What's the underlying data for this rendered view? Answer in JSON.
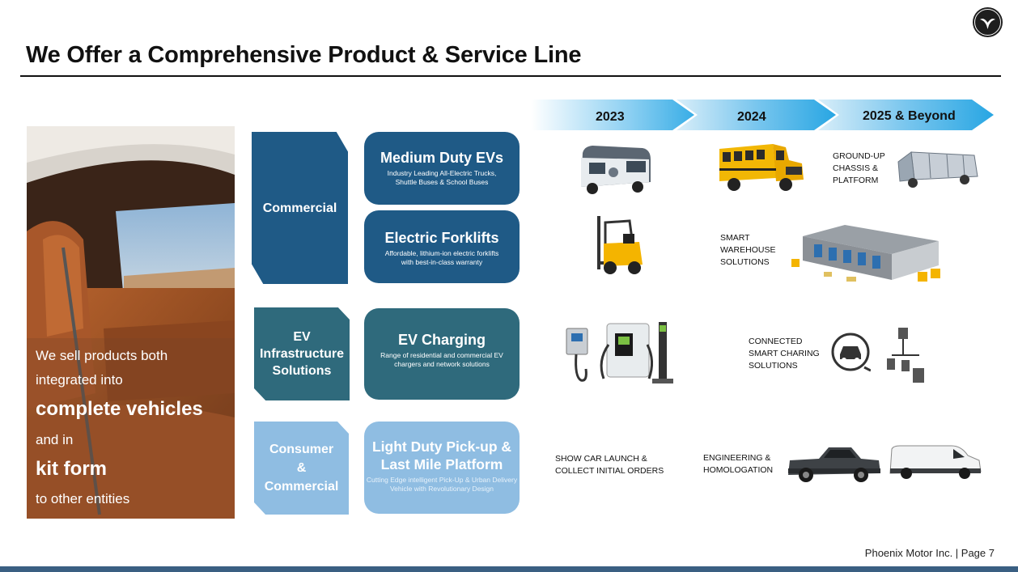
{
  "header": {
    "title": "We Offer a Comprehensive Product & Service Line",
    "logo_name": "phoenix-logo-icon"
  },
  "photo_panel": {
    "line1": "We sell products both",
    "line2": "integrated into",
    "line3": "complete vehicles",
    "line4": "and in",
    "line5": "kit form",
    "line6": "to other entities"
  },
  "categories": [
    {
      "label": "Commercial"
    },
    {
      "label_lines": [
        "EV",
        "Infrastructure",
        "Solutions"
      ]
    },
    {
      "label_lines": [
        "Consumer",
        "&",
        "Commercial"
      ]
    }
  ],
  "products": [
    {
      "title": "Medium Duty EVs",
      "desc": "Industry Leading All-Electric Trucks, Shuttle Buses & School Buses"
    },
    {
      "title": "Electric Forklifts",
      "desc": "Affordable, lithium-ion electric forklifts with best-in-class warranty"
    },
    {
      "title": "EV Charging",
      "desc": "Range of residential and commercial EV chargers and network solutions"
    },
    {
      "title": "Light Duty Pick-up & Last Mile Platform",
      "desc": "Cutting Edge intelligent Pick-Up & Urban Delivery Vehicle with Revolutionary Design"
    }
  ],
  "timeline": {
    "years": [
      "2023",
      "2024",
      "2025 & Beyond"
    ],
    "colors": {
      "light": "#e6f4fc",
      "mid": "#7cc5ec",
      "dark": "#1aa3e0"
    }
  },
  "captions": {
    "ground_up": [
      "GROUND-UP",
      "CHASSIS &",
      "PLATFORM"
    ],
    "warehouse": [
      "SMART",
      "WAREHOUSE",
      "SOLUTIONS"
    ],
    "connected": [
      "CONNECTED",
      "SMART CHARING",
      "SOLUTIONS"
    ],
    "show_car": [
      "SHOW CAR LAUNCH &",
      "COLLECT INITIAL ORDERS"
    ],
    "engineering": [
      "ENGINEERING &",
      "HOMOLOGATION"
    ]
  },
  "footer": {
    "text": "Phoenix Motor Inc. | Page 7",
    "bar_color": "#3a5f82"
  }
}
